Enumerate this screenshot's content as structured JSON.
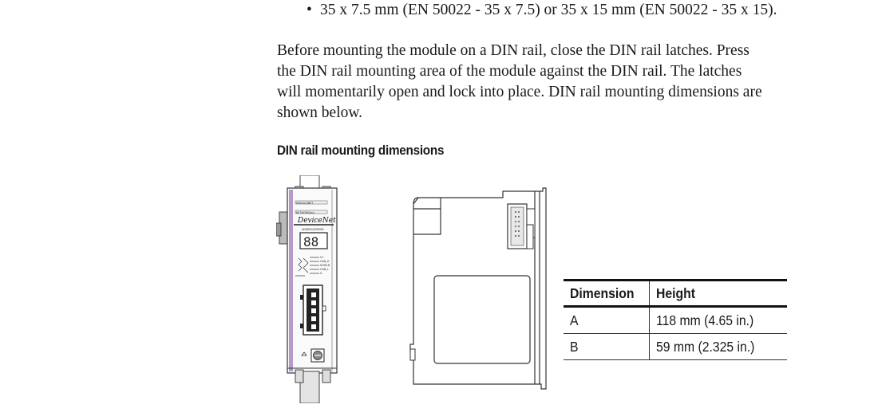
{
  "bullet": {
    "marker": "•",
    "text": "35 x 7.5 mm (EN 50022 - 35 x 7.5) or 35 x 15 mm (EN 50022 - 35 x 15)."
  },
  "paragraph": {
    "lines": [
      "Before mounting the module on a DIN rail, close the DIN rail latches. Press",
      "the DIN rail mounting area of the module against the DIN rail. The latches",
      "will momentarily open and lock into place. DIN rail mounting dimensions are",
      "shown below."
    ]
  },
  "section_heading": "DIN rail mounting dimensions",
  "device_front": {
    "status_labels": [
      "MODULE/NET",
      "NETWORK/bus"
    ],
    "brand": "DeviceNet",
    "display_label": "ADDRESS/ERROR",
    "display_value": "88",
    "pin_labels": [
      "V+",
      "CAN_H",
      "SHIELD",
      "CAN_L",
      "V-"
    ]
  },
  "table": {
    "headers": [
      "Dimension",
      "Height"
    ],
    "rows": [
      [
        "A",
        "118 mm (4.65 in.)"
      ],
      [
        "B",
        "59 mm (2.325 in.)"
      ]
    ]
  },
  "colors": {
    "text": "#1a1a1a",
    "module_stripe": "#b79ac9",
    "rule": "#111111"
  }
}
